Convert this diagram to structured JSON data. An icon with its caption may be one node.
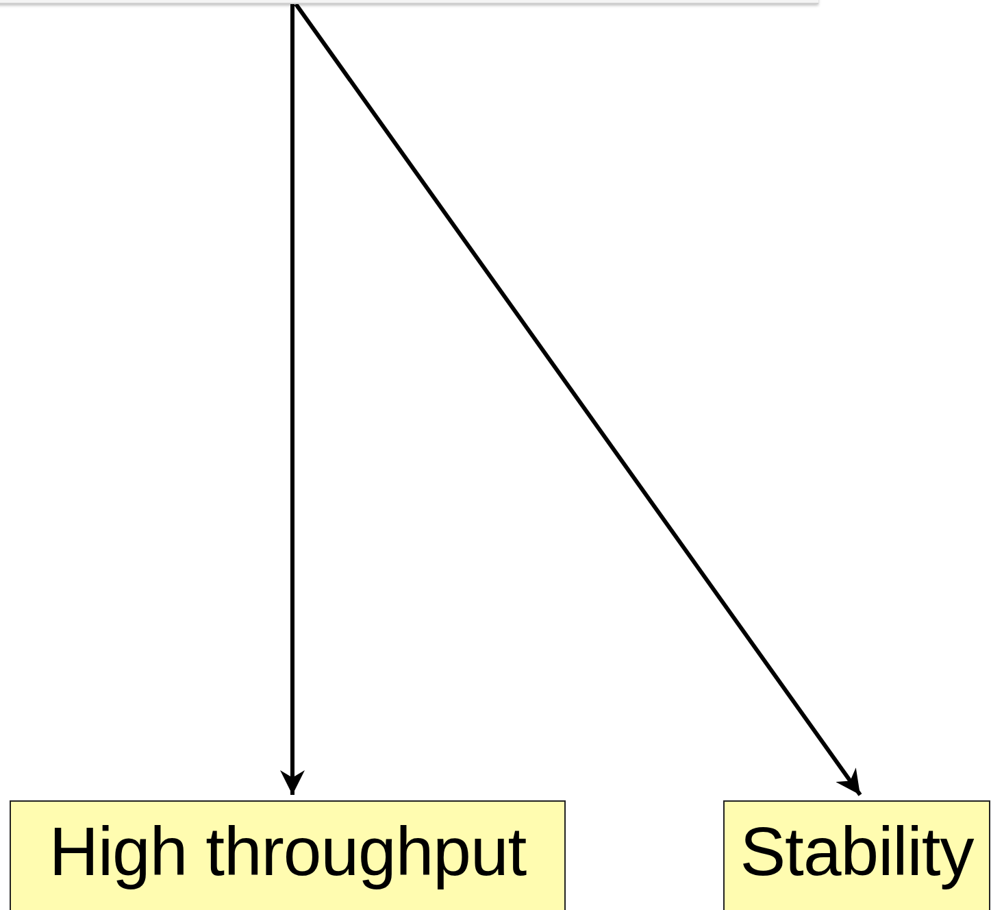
{
  "diagram": {
    "nodes": [
      {
        "text": [],
        "shape": "box"
      },
      {
        "text": [
          "High throughput"
        ]
      },
      {
        "text": [
          "Stability"
        ]
      }
    ],
    "edges": [
      {
        "from": 0,
        "to": 1,
        "arrow": "to"
      },
      {
        "from": 0,
        "to": 2,
        "arrow": "to"
      }
    ]
  }
}
